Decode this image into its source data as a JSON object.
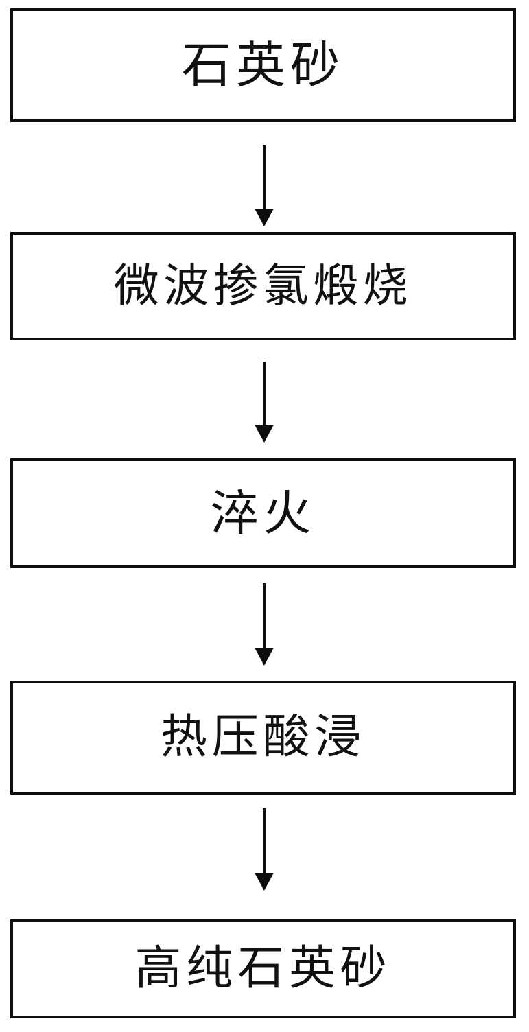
{
  "diagram": {
    "type": "flowchart",
    "orientation": "vertical",
    "background_color": "#ffffff",
    "border_color": "#0d0d0d",
    "text_color": "#111111",
    "nodes": [
      {
        "id": "node-0",
        "label": "石英砂"
      },
      {
        "id": "node-1",
        "label": "微波掺氯煅烧"
      },
      {
        "id": "node-2",
        "label": "淬火"
      },
      {
        "id": "node-3",
        "label": "热压酸浸"
      },
      {
        "id": "node-4",
        "label": "高纯石英砂"
      }
    ],
    "connectors": [
      {
        "id": "arrow-0",
        "from": "node-0",
        "to": "node-1",
        "glyph": "down-arrow"
      },
      {
        "id": "arrow-1",
        "from": "node-1",
        "to": "node-2",
        "glyph": "down-arrow"
      },
      {
        "id": "arrow-2",
        "from": "node-2",
        "to": "node-3",
        "glyph": "down-arrow"
      },
      {
        "id": "arrow-3",
        "from": "node-3",
        "to": "node-4",
        "glyph": "down-arrow"
      }
    ]
  }
}
